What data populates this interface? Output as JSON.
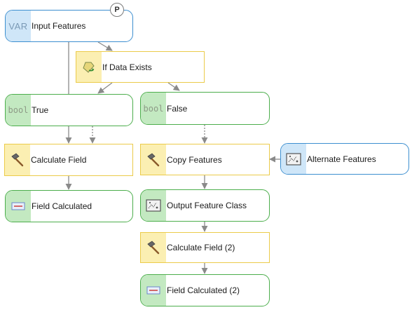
{
  "nodes": {
    "input_features": {
      "label": "Input Features",
      "type_label": "VAR",
      "badge": "P"
    },
    "if_data_exists": {
      "label": "If Data Exists"
    },
    "true_node": {
      "label": "True",
      "type_label": "bool"
    },
    "false_node": {
      "label": "False",
      "type_label": "bool"
    },
    "calculate_field": {
      "label": "Calculate Field"
    },
    "copy_features": {
      "label": "Copy Features"
    },
    "alternate_features": {
      "label": "Alternate Features"
    },
    "field_calculated": {
      "label": "Field Calculated"
    },
    "output_feature_class": {
      "label": "Output Feature Class"
    },
    "calculate_field_2": {
      "label": "Calculate Field (2)"
    },
    "field_calculated_2": {
      "label": "Field Calculated (2)"
    }
  },
  "colors": {
    "variable_border": "#3d8fd0",
    "variable_fill": "#cfe6f8",
    "tool_border": "#ebcb4a",
    "tool_fill": "#fbefb2",
    "derived_border": "#4cae4c",
    "derived_fill": "#c3e9c1",
    "connector": "#8a8a8a"
  },
  "icons": {
    "variable": "var-text",
    "boolean": "bool-text",
    "tool": "hammer-icon",
    "condition": "if-data-exists-icon",
    "table": "field-icon",
    "feature_class": "feature-class-icon"
  }
}
